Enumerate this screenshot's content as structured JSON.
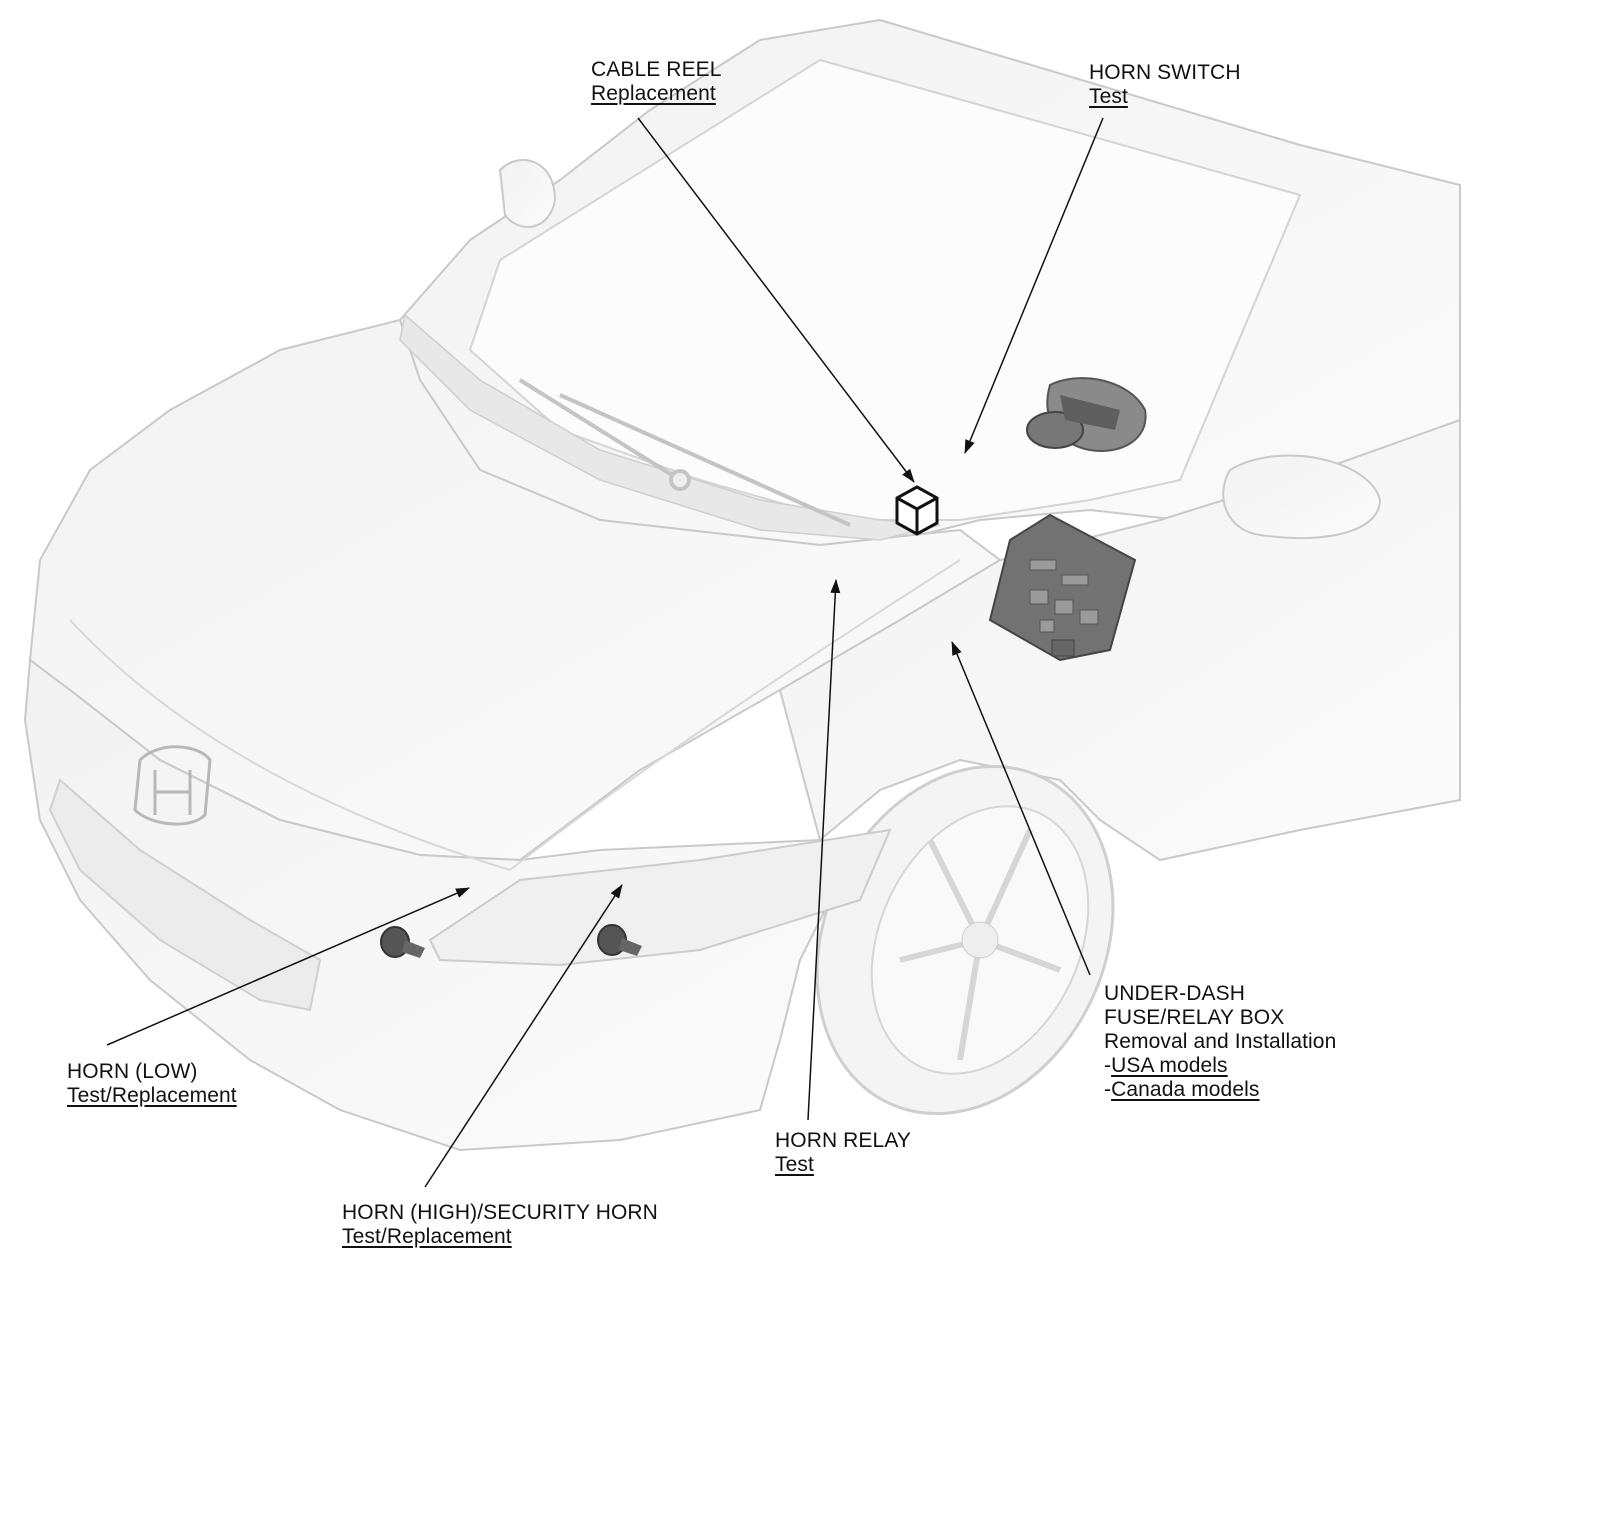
{
  "callouts": {
    "cable_reel": {
      "title": "CABLE REEL",
      "link": "Replacement"
    },
    "horn_switch": {
      "title": "HORN SWITCH",
      "link": "Test"
    },
    "under_dash": {
      "title_line1": "UNDER-DASH",
      "title_line2": "FUSE/RELAY BOX",
      "subtitle": "Removal and Installation",
      "link_usa": "USA models",
      "link_canada": "Canada models",
      "dash": "-"
    },
    "horn_low": {
      "title": "HORN (LOW)",
      "link": "Test/Replacement"
    },
    "horn_relay": {
      "title": "HORN RELAY",
      "link": "Test"
    },
    "horn_high": {
      "title": "HORN (HIGH)/SECURITY HORN",
      "link": "Test/Replacement"
    }
  },
  "colors": {
    "car_fill": "#f6f6f6",
    "car_outline": "#c9c9c9",
    "part_dark": "#6b6b6b",
    "leader_line": "#111111"
  }
}
